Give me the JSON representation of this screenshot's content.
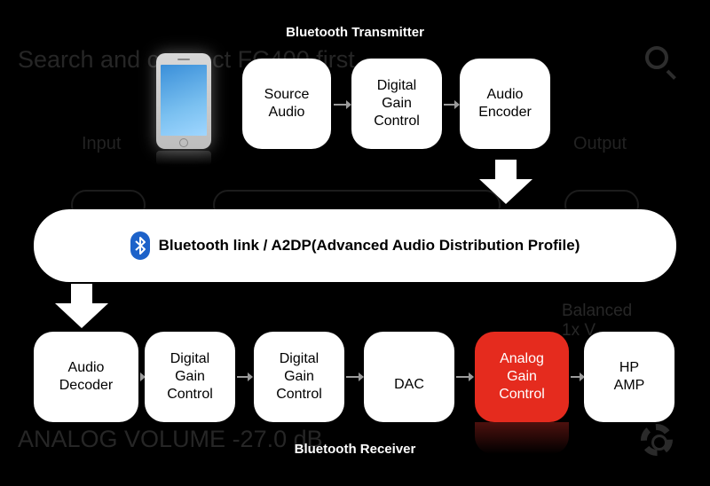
{
  "background_ghost": {
    "search_text": "Search and connect FC400 first",
    "input_label": "Input",
    "output_label": "Output",
    "volume_text": "ANALOG VOLUME -27.0 dB",
    "balanced_text": "Balanced\n1x V"
  },
  "diagram": {
    "title_top": "Bluetooth Transmitter",
    "title_bottom": "Bluetooth Receiver",
    "link_text": "Bluetooth link / A2DP(Advanced Audio Distribution Profile)",
    "transmitter_blocks": [
      {
        "label": "Source\nAudio"
      },
      {
        "label": "Digital\nGain\nControl"
      },
      {
        "label": "Audio\nEncoder"
      }
    ],
    "receiver_blocks": [
      {
        "label": "Audio\nDecoder"
      },
      {
        "label": "Digital\nGain\nControl"
      },
      {
        "label": "Digital\nGain\nControl"
      },
      {
        "label": "DAC"
      },
      {
        "label": "Analog\nGain\nControl",
        "highlight": true
      },
      {
        "label": "HP\nAMP"
      }
    ]
  },
  "colors": {
    "background": "#000000",
    "block": "#ffffff",
    "highlight": "#e52b1e",
    "bluetooth": "#1d62c9"
  },
  "icons": [
    "phone-image",
    "bluetooth-icon",
    "search-icon",
    "gear-icon"
  ]
}
